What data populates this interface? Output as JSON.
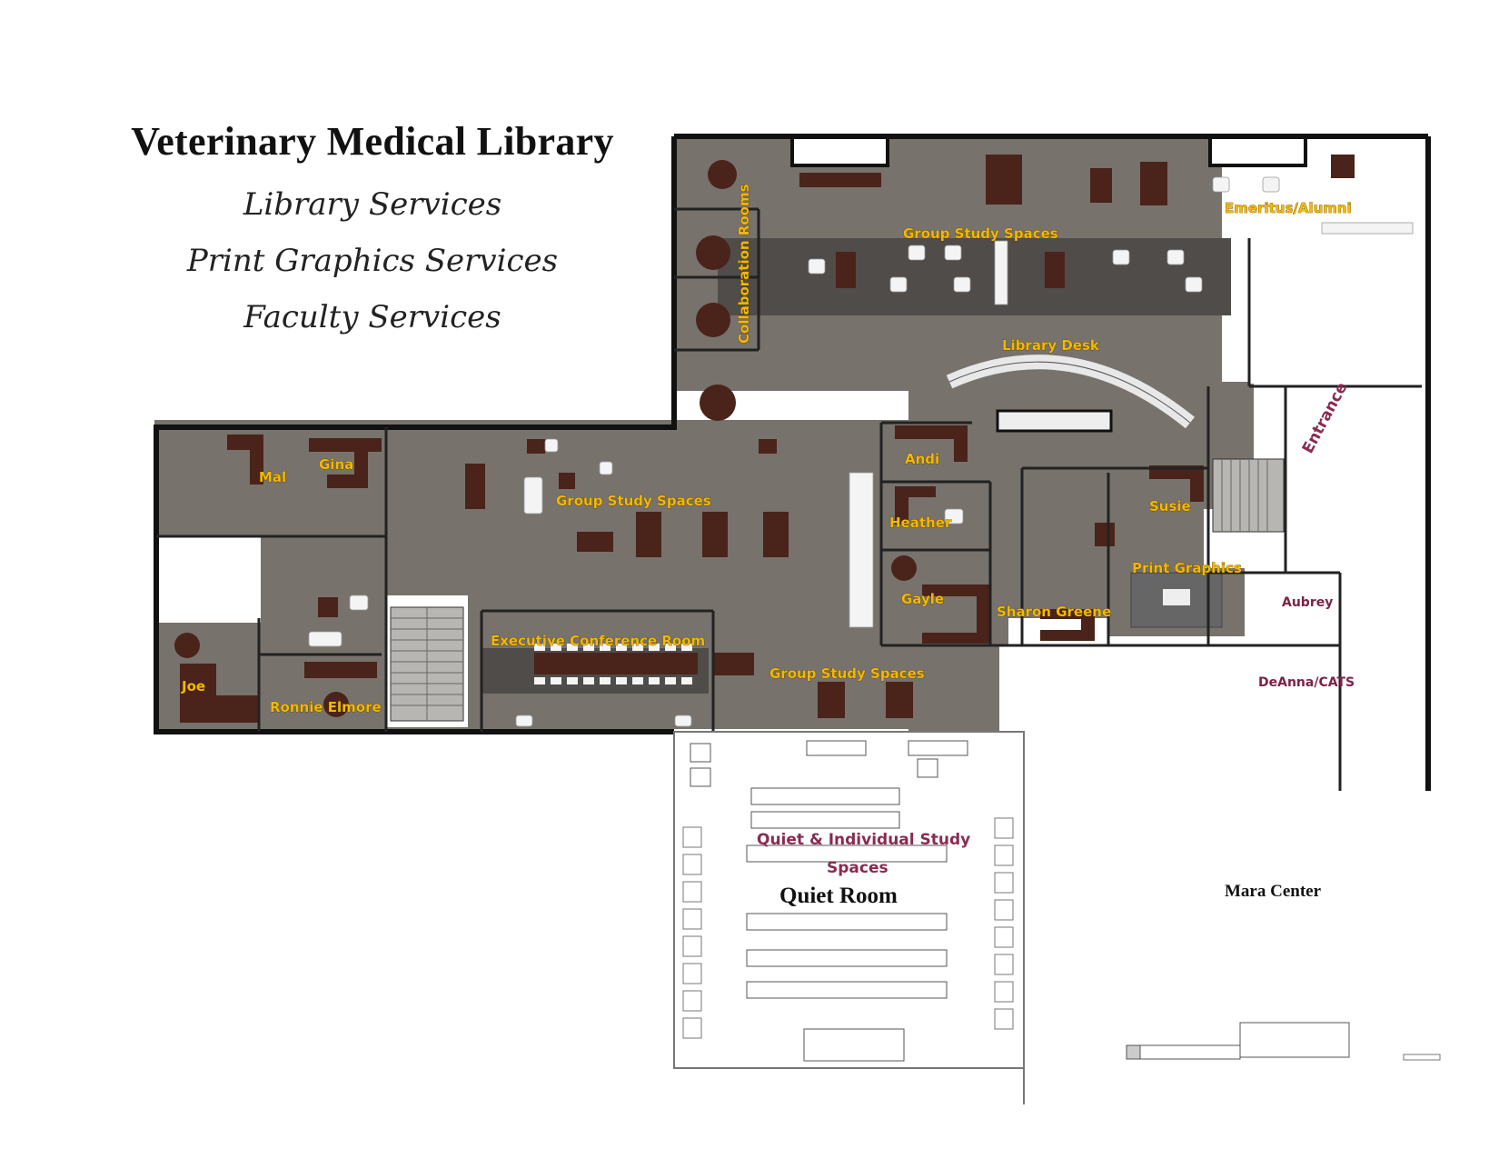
{
  "header": {
    "title": "Veterinary Medical Library",
    "services": [
      "Library Services",
      "Print Graphics Services",
      "Faculty Services"
    ]
  },
  "rooms": {
    "collaboration": "Collaboration Rooms",
    "group_study_top": "Group Study Spaces",
    "emeritus": "Emeritus/Alumni",
    "library_desk": "Library Desk",
    "entrance": "Entrance",
    "andi": "Andi",
    "heather": "Heather",
    "susie": "Susie",
    "gayle": "Gayle",
    "sharon": "Sharon Greene",
    "print_graphics": "Print Graphics",
    "aubrey": "Aubrey",
    "deanna": "DeAnna/CATS",
    "mal": "Mal",
    "gina": "Gina",
    "group_study_mid": "Group Study Spaces",
    "joe": "Joe",
    "ronnie": "Ronnie Elmore",
    "exec_conf": "Executive Conference Room",
    "group_study_bottom": "Group Study Spaces",
    "quiet_study_line1": "Quiet & Individual Study",
    "quiet_study_line2": "Spaces",
    "quiet_room": "Quiet Room",
    "mara_center": "Mara Center"
  },
  "colors": {
    "floor": "#77726c",
    "wall": "#111111",
    "furniture": "#4a231a",
    "label": "#f6b800",
    "label_purple": "#7b2248"
  }
}
